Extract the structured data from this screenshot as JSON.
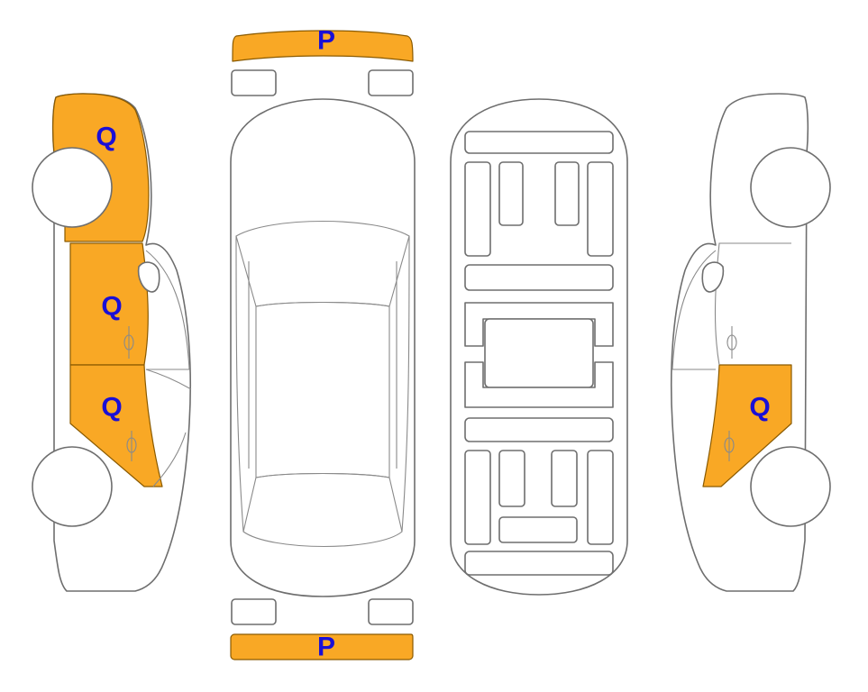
{
  "colors": {
    "damage_fill": "#f9a825",
    "marker_text": "#1a0fd6",
    "outline": "#6e6e6e",
    "background": "#ffffff"
  },
  "views": [
    "left-side",
    "top",
    "underbody",
    "right-side"
  ],
  "markers": {
    "front_bumper": "P",
    "rear_bumper": "P",
    "left_fender": "Q",
    "left_front_door": "Q",
    "left_rear_door": "Q",
    "right_rear_door": "Q"
  }
}
